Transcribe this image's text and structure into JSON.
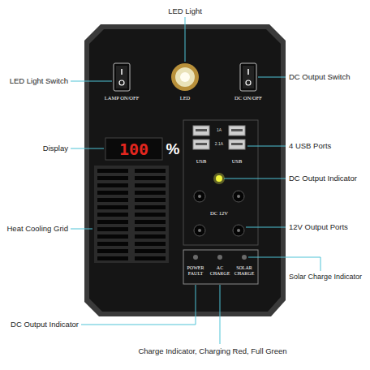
{
  "diagram": {
    "labels": [
      "LED Light",
      "LED Light Switch",
      "DC Output Switch",
      "LAMP ON/OFF",
      "LED",
      "DC ON/OFF",
      "Display",
      "100",
      "%",
      "4 USB Ports",
      "1A",
      "2.1A",
      "USB",
      "USB",
      "DC Output Indicator",
      "DC 12V",
      "Heat Cooling Grid",
      "12V Output Ports",
      "POWER FAULT",
      "AC CHARGE",
      "SOLAR CHARGE",
      "Solar Charge Indicator",
      "DC Output Indicator",
      "Charge Indicator, Charging Red, Full Green"
    ]
  }
}
